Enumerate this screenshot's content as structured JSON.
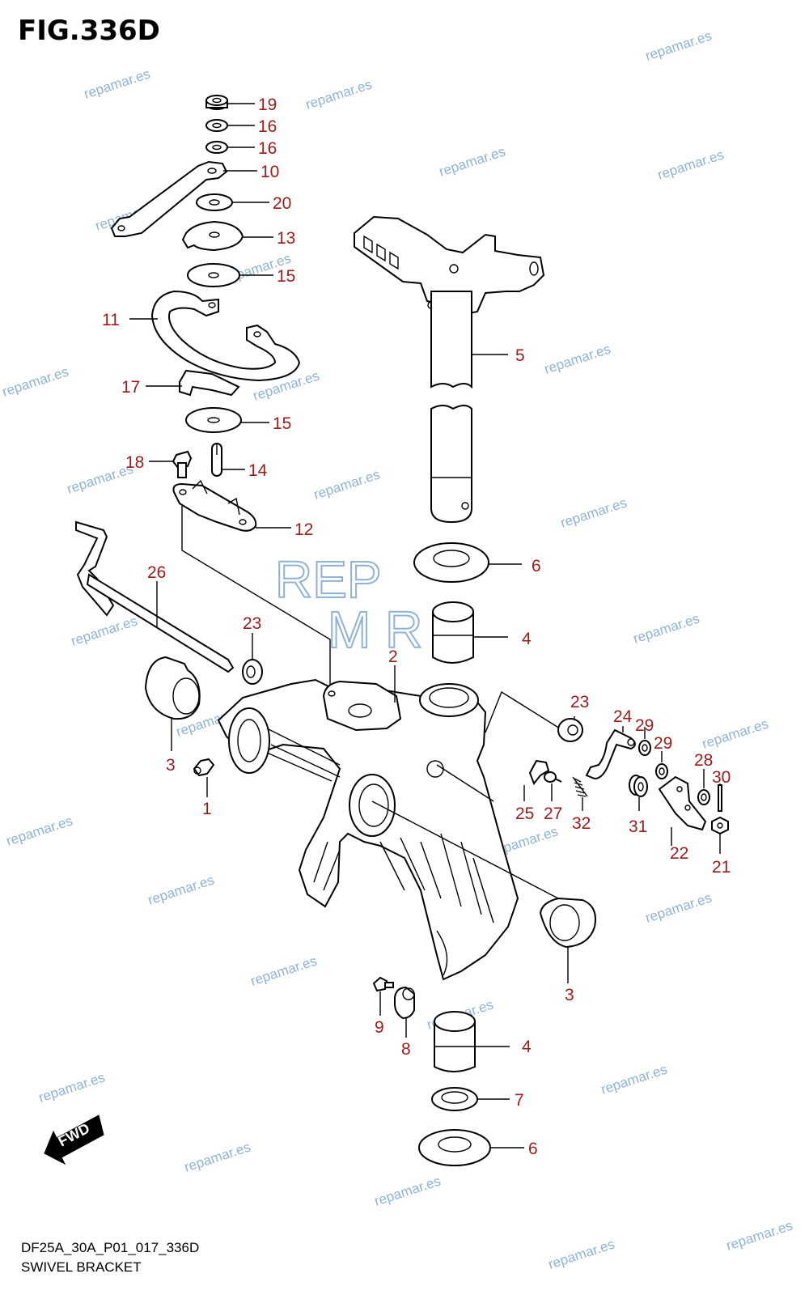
{
  "figure": {
    "title": "FIG.336D",
    "code": "DF25A_30A_P01_017_336D",
    "name": "SWIVEL BRACKET"
  },
  "watermark": {
    "text": "repamar.es",
    "logo_top": "REP",
    "logo_bottom": "M R"
  },
  "fwd_arrow": {
    "label": "FWD"
  },
  "callouts": [
    "19",
    "16",
    "16",
    "10",
    "20",
    "13",
    "15",
    "11",
    "17",
    "15",
    "18",
    "14",
    "12",
    "5",
    "6",
    "4",
    "26",
    "23",
    "2",
    "3",
    "1",
    "23",
    "24",
    "29",
    "29",
    "28",
    "30",
    "25",
    "27",
    "32",
    "31",
    "22",
    "21",
    "3",
    "9",
    "8",
    "4",
    "7",
    "6"
  ],
  "colors": {
    "callout": "#9b1b1b",
    "watermark": "#8fb3d6",
    "line": "#000000"
  }
}
